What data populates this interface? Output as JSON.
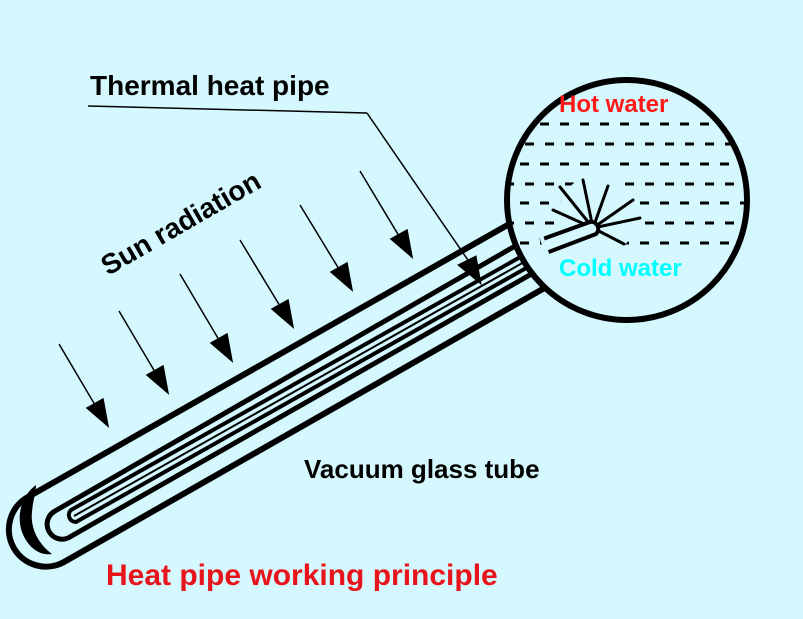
{
  "labels": {
    "thermal_heat_pipe": "Thermal heat pipe",
    "sun_radiation": "Sun radiation",
    "hot_water": "Hot water",
    "cold_water": "Cold water",
    "vacuum_glass_tube": "Vacuum glass tube",
    "title": "Heat pipe working principle"
  },
  "colors": {
    "background": "#d4f8fd",
    "ink": "#000000",
    "hot_water": "#ff1a1a",
    "cold_water": "#00ffff",
    "title": "#e8141b"
  }
}
